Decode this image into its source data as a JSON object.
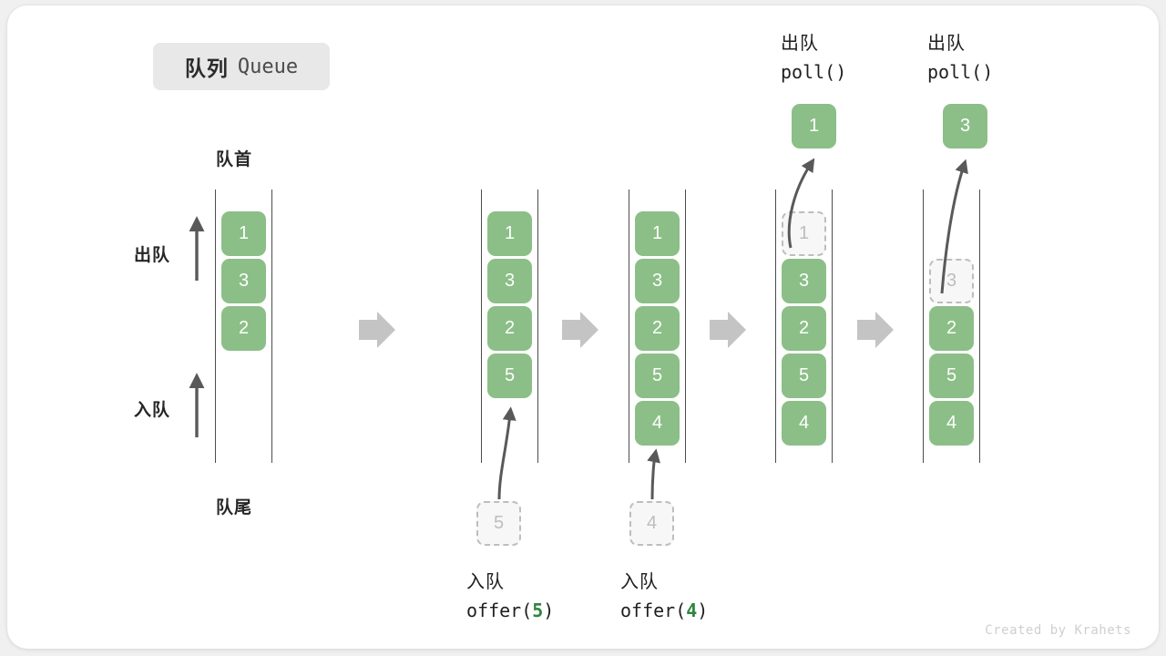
{
  "title": {
    "cn": "队列",
    "en": "Queue"
  },
  "axis_labels": {
    "head": "队首",
    "tail": "队尾",
    "dequeue": "出队",
    "enqueue": "入队"
  },
  "watermark": "Created by Krahets",
  "colors": {
    "cell_fill": "#8bbf87",
    "cell_text": "#ffffff",
    "ghost_fill": "#f7f7f7",
    "ghost_border": "#bdbdbd",
    "rail": "#4d4d4d",
    "arrow_gray": "#c4c4c4",
    "arrow_dark": "#595959",
    "code_accent": "#2e8540",
    "badge_bg": "#e8e8e8",
    "card_bg": "#ffffff",
    "page_bg": "#f0f0f0"
  },
  "panels": [
    {
      "id": "initial",
      "cells": [
        "1",
        "3",
        "2"
      ],
      "ghost_index": -1,
      "caption_cn": "",
      "caption_code": "",
      "pending_value": "",
      "popped_value": ""
    },
    {
      "id": "after-offer-5",
      "cells": [
        "1",
        "3",
        "2",
        "5"
      ],
      "ghost_index": -1,
      "caption_cn": "入队",
      "caption_code": "offer(",
      "caption_arg": "5",
      "caption_code_end": ")",
      "pending_value": "5",
      "popped_value": ""
    },
    {
      "id": "after-offer-4",
      "cells": [
        "1",
        "3",
        "2",
        "5",
        "4"
      ],
      "ghost_index": -1,
      "caption_cn": "入队",
      "caption_code": "offer(",
      "caption_arg": "4",
      "caption_code_end": ")",
      "pending_value": "4",
      "popped_value": ""
    },
    {
      "id": "poll-1",
      "cells": [
        "1",
        "3",
        "2",
        "5",
        "4"
      ],
      "ghost_index": 0,
      "caption_cn": "出队",
      "caption_code": "poll()",
      "caption_arg": "",
      "caption_code_end": "",
      "pending_value": "",
      "popped_value": "1"
    },
    {
      "id": "poll-3",
      "cells": [
        "",
        "3",
        "2",
        "5",
        "4"
      ],
      "ghost_index": 1,
      "caption_cn": "出队",
      "caption_code": "poll()",
      "caption_arg": "",
      "caption_code_end": "",
      "pending_value": "",
      "popped_value": "3"
    }
  ],
  "transitions": [
    "step-1",
    "step-2",
    "step-3",
    "step-4"
  ],
  "chart_data": {
    "type": "diagram",
    "title": "队列 Queue",
    "sequence": [
      {
        "step": 0,
        "state": [
          "1",
          "3",
          "2"
        ],
        "operation": ""
      },
      {
        "step": 1,
        "state": [
          "1",
          "3",
          "2",
          "5"
        ],
        "operation": "offer(5)"
      },
      {
        "step": 2,
        "state": [
          "1",
          "3",
          "2",
          "5",
          "4"
        ],
        "operation": "offer(4)"
      },
      {
        "step": 3,
        "state": [
          "3",
          "2",
          "5",
          "4"
        ],
        "operation": "poll() -> 1"
      },
      {
        "step": 4,
        "state": [
          "2",
          "5",
          "4"
        ],
        "operation": "poll() -> 3"
      }
    ]
  }
}
